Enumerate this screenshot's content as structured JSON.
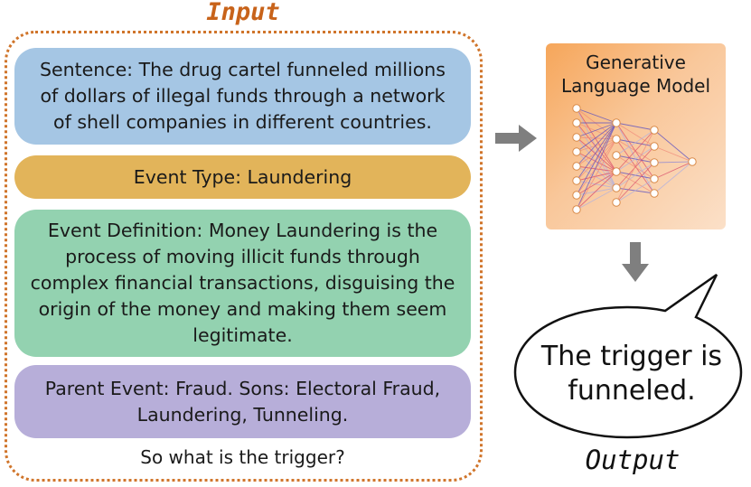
{
  "input_title": "Input",
  "boxes": {
    "sentence": "Sentence: The drug cartel funneled millions of dollars of illegal funds through a network of shell companies in different countries.",
    "event_type": "Event Type: Laundering",
    "event_definition": "Event Definition: Money Laundering is the process of moving illicit funds through complex financial transactions, disguising the origin of the money and making them seem legitimate.",
    "parent_event": "Parent Event: Fraud. Sons: Electoral Fraud, Laundering, Tunneling."
  },
  "question": "So what is the trigger?",
  "model": {
    "title_line1": "Generative",
    "title_line2": "Language Model"
  },
  "output_label": "Output",
  "bubble": {
    "line1": "The trigger is",
    "line2": "funneled."
  },
  "colors": {
    "input_accent": "#c8631a",
    "sentence_box": "#a5c6e4",
    "type_box": "#e2b45a",
    "definition_box": "#93d2b0",
    "parent_box": "#b7aed9",
    "model_box": "#f6a65a",
    "arrow": "#7f7f7f"
  }
}
